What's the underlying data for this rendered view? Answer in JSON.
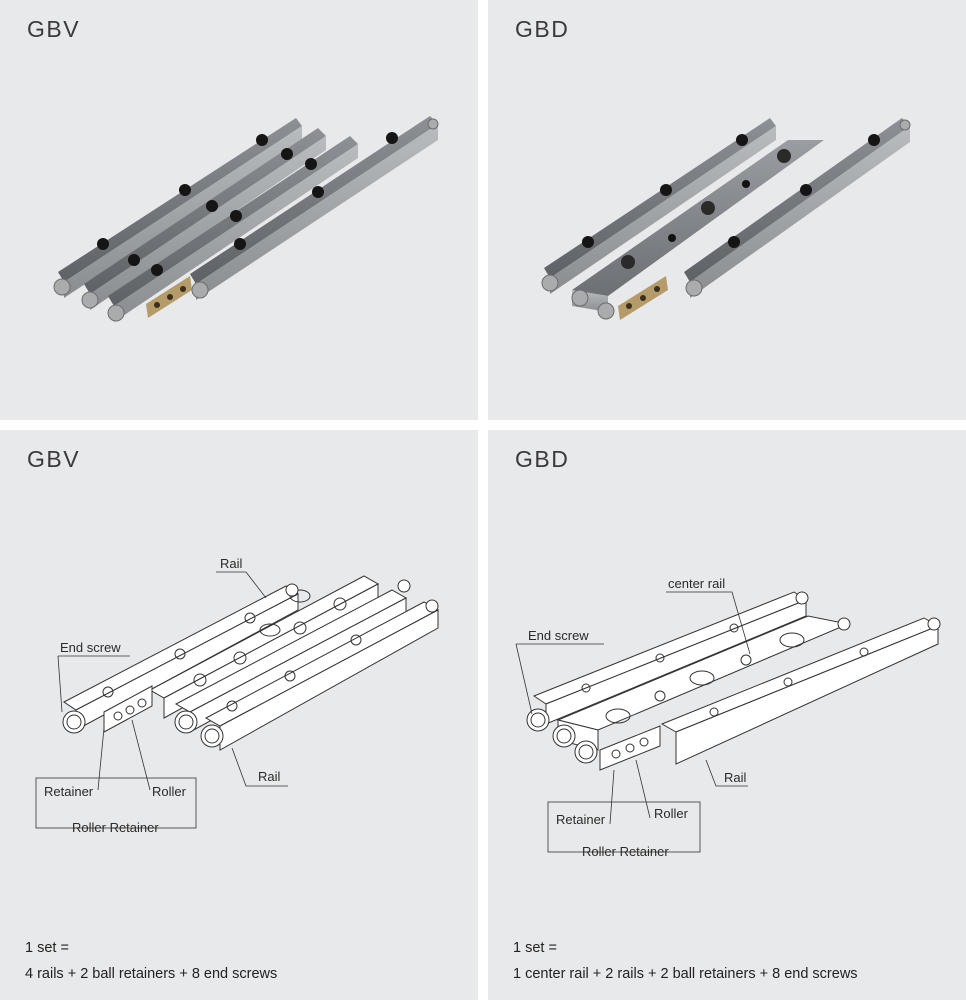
{
  "panels": [
    {
      "title": "GBV"
    },
    {
      "title": "GBD"
    },
    {
      "title": "GBV",
      "labels": {
        "rail_top": "Rail",
        "end_screw": "End screw",
        "rail_bottom": "Rail",
        "retainer": "Retainer",
        "roller": "Roller",
        "roller_retainer": "Roller Retainer"
      },
      "set_line1": "1 set =",
      "set_line2": "4 rails + 2 ball retainers + 8 end screws"
    },
    {
      "title": "GBD",
      "labels": {
        "center_rail": "center rail",
        "end_screw": "End screw",
        "rail": "Rail",
        "retainer": "Retainer",
        "roller": "Roller",
        "roller_retainer": "Roller Retainer"
      },
      "set_line1": "1 set =",
      "set_line2": "1 center rail + 2 rails + 2 ball retainers + 8 end screws"
    }
  ]
}
